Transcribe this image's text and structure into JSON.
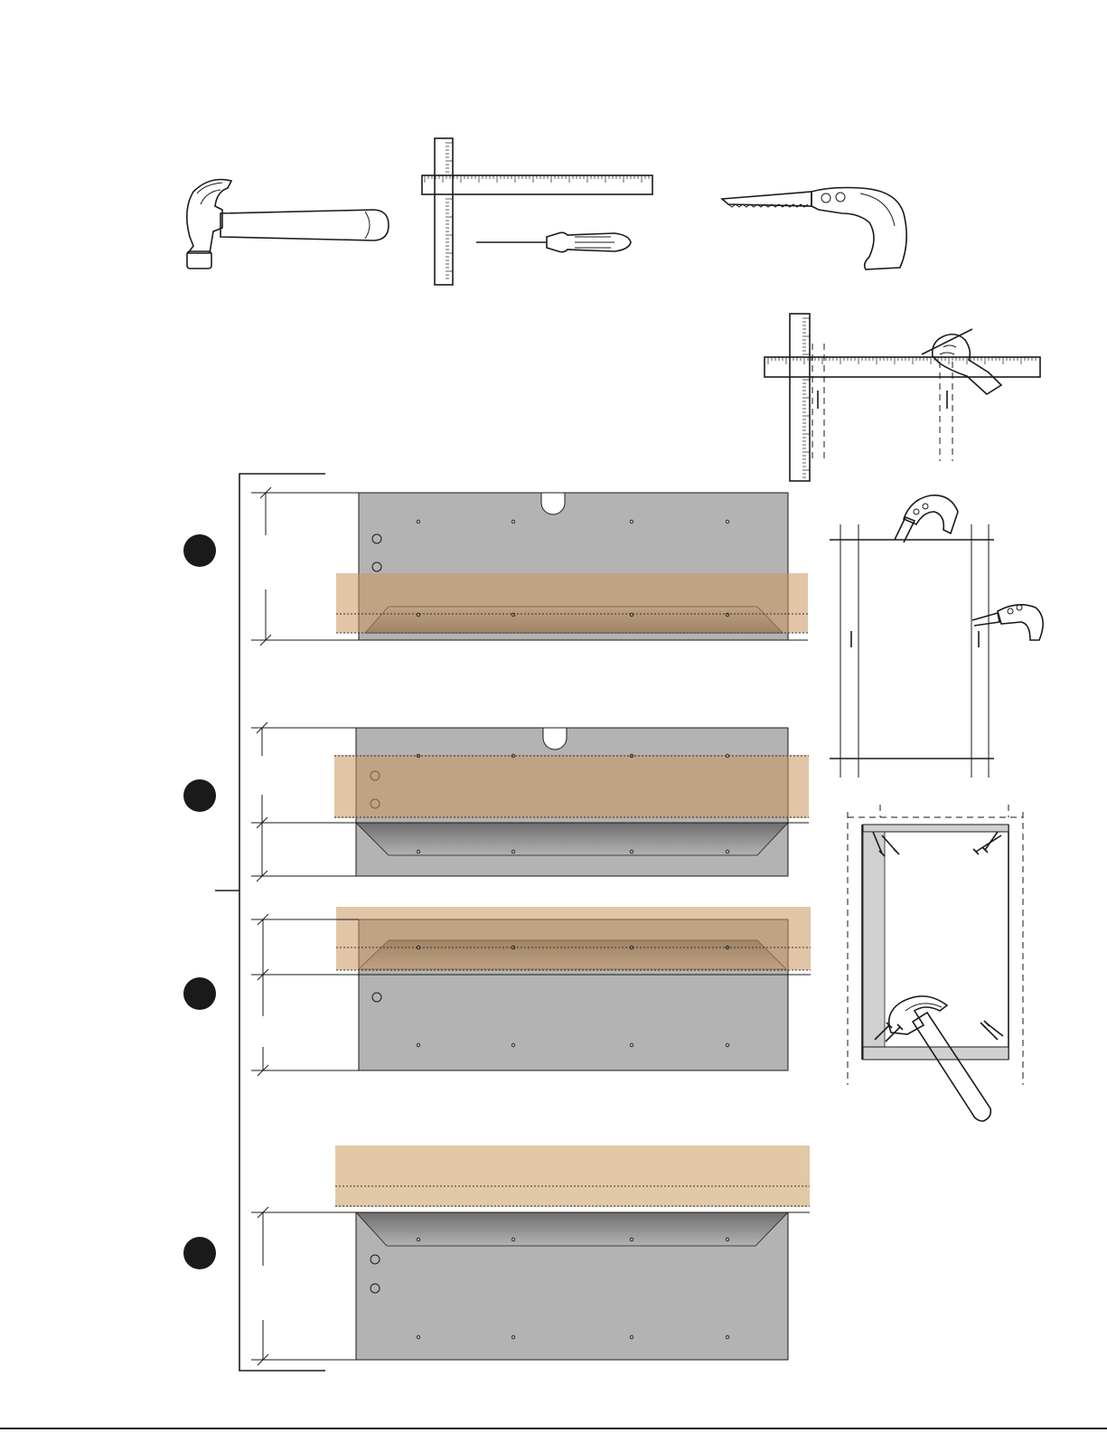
{
  "page": {
    "background": "#ffffff"
  },
  "colors": {
    "panel": "#b3b3b3",
    "wood": "#c8955c",
    "wood_light": "#e3c8a8",
    "marker": "#1a1a1a",
    "line": "#1a1a1a"
  },
  "tools": [
    "hammer-icon",
    "framing-square-icon",
    "screwdriver-icon",
    "drywall-saw-icon"
  ],
  "steps": [
    {
      "marker": "step-1-marker",
      "panel": "upper-wall-panel",
      "electrical_box": true,
      "outlets": 2,
      "cut_at": "bottom"
    },
    {
      "marker": "step-2-marker",
      "panel": "mid-wall-panel",
      "electrical_box": true,
      "outlets": 2,
      "cut_at": "middle"
    },
    {
      "marker": "step-3-marker",
      "panel": "lower-wall-panel",
      "electrical_box": false,
      "outlets": 1,
      "cut_at": "top"
    },
    {
      "marker": "step-4-marker",
      "panel": "base-wall-panel",
      "electrical_box": false,
      "outlets": 2,
      "cut_at": "above"
    }
  ],
  "details": [
    "marking-detail",
    "cutting-detail",
    "nailing-detail"
  ]
}
